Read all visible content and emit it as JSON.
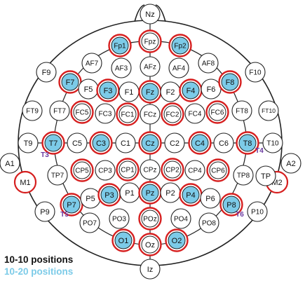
{
  "colors": {
    "ring": "#d61f1f",
    "fill_1020": "#7ccbe8",
    "line": "#222222",
    "temporal_label": "#6a3aa0",
    "legend_1010": "#111111",
    "legend_1020": "#7ccbe8"
  },
  "electrodes": [
    {
      "label": "Nz",
      "type": "plain"
    },
    {
      "label": "Fpz",
      "type": "ring"
    },
    {
      "label": "Fp1",
      "type": "ten20"
    },
    {
      "label": "Fp2",
      "type": "ten20"
    },
    {
      "label": "AF7",
      "type": "plain"
    },
    {
      "label": "AF3",
      "type": "plain"
    },
    {
      "label": "AFz",
      "type": "plain"
    },
    {
      "label": "AF4",
      "type": "plain"
    },
    {
      "label": "AF8",
      "type": "plain"
    },
    {
      "label": "F9",
      "type": "plain"
    },
    {
      "label": "F7",
      "type": "ten20"
    },
    {
      "label": "F5",
      "type": "plain"
    },
    {
      "label": "F3",
      "type": "ten20"
    },
    {
      "label": "F1",
      "type": "plain"
    },
    {
      "label": "Fz",
      "type": "ten20"
    },
    {
      "label": "F2",
      "type": "plain"
    },
    {
      "label": "F4",
      "type": "ten20"
    },
    {
      "label": "F6",
      "type": "plain"
    },
    {
      "label": "F8",
      "type": "ten20"
    },
    {
      "label": "F10",
      "type": "plain"
    },
    {
      "label": "FT9",
      "type": "plain"
    },
    {
      "label": "FT7",
      "type": "plain"
    },
    {
      "label": "FC5",
      "type": "ring"
    },
    {
      "label": "FC3",
      "type": "plain"
    },
    {
      "label": "FC1",
      "type": "ring"
    },
    {
      "label": "FCz",
      "type": "plain"
    },
    {
      "label": "FC2",
      "type": "ring"
    },
    {
      "label": "FC4",
      "type": "plain"
    },
    {
      "label": "FC6",
      "type": "ring"
    },
    {
      "label": "FT8",
      "type": "plain"
    },
    {
      "label": "FT10",
      "type": "plain"
    },
    {
      "label": "T9",
      "type": "plain"
    },
    {
      "label": "T7",
      "type": "ten20"
    },
    {
      "label": "C5",
      "type": "plain"
    },
    {
      "label": "C3",
      "type": "ten20"
    },
    {
      "label": "C1",
      "type": "plain"
    },
    {
      "label": "Cz",
      "type": "ten20"
    },
    {
      "label": "C2",
      "type": "plain"
    },
    {
      "label": "C4",
      "type": "ten20"
    },
    {
      "label": "C6",
      "type": "plain"
    },
    {
      "label": "T8",
      "type": "ten20"
    },
    {
      "label": "T10",
      "type": "plain"
    },
    {
      "label": "A1",
      "type": "plain"
    },
    {
      "label": "A2",
      "type": "plain"
    },
    {
      "label": "M1",
      "type": "mastoid"
    },
    {
      "label": "M2",
      "type": "mastoid"
    },
    {
      "label": "TP7",
      "type": "plain"
    },
    {
      "label": "CP5",
      "type": "ring"
    },
    {
      "label": "CP3",
      "type": "plain"
    },
    {
      "label": "CP1",
      "type": "ring"
    },
    {
      "label": "CPz",
      "type": "plain"
    },
    {
      "label": "CP2",
      "type": "ring"
    },
    {
      "label": "CP4",
      "type": "plain"
    },
    {
      "label": "CP6",
      "type": "ring"
    },
    {
      "label": "TP8",
      "type": "plain"
    },
    {
      "label": "TP",
      "type": "plain"
    },
    {
      "label": "P9",
      "type": "plain"
    },
    {
      "label": "P7",
      "type": "ten20"
    },
    {
      "label": "P5",
      "type": "plain"
    },
    {
      "label": "P3",
      "type": "ten20"
    },
    {
      "label": "P1",
      "type": "plain"
    },
    {
      "label": "Pz",
      "type": "ten20"
    },
    {
      "label": "P2",
      "type": "plain"
    },
    {
      "label": "P4",
      "type": "ten20"
    },
    {
      "label": "P6",
      "type": "plain"
    },
    {
      "label": "P8",
      "type": "ten20"
    },
    {
      "label": "P10",
      "type": "plain"
    },
    {
      "label": "PO7",
      "type": "plain"
    },
    {
      "label": "PO3",
      "type": "plain"
    },
    {
      "label": "POz",
      "type": "ring"
    },
    {
      "label": "PO4",
      "type": "plain"
    },
    {
      "label": "PO8",
      "type": "plain"
    },
    {
      "label": "O1",
      "type": "ten20"
    },
    {
      "label": "Oz",
      "type": "ring"
    },
    {
      "label": "O2",
      "type": "ten20"
    },
    {
      "label": "Iz",
      "type": "plain"
    }
  ],
  "old_names": [
    "T3",
    "T4",
    "T5",
    "T6"
  ],
  "legend": {
    "ten10": "10-10 positions",
    "ten20": "10-20 positions"
  }
}
